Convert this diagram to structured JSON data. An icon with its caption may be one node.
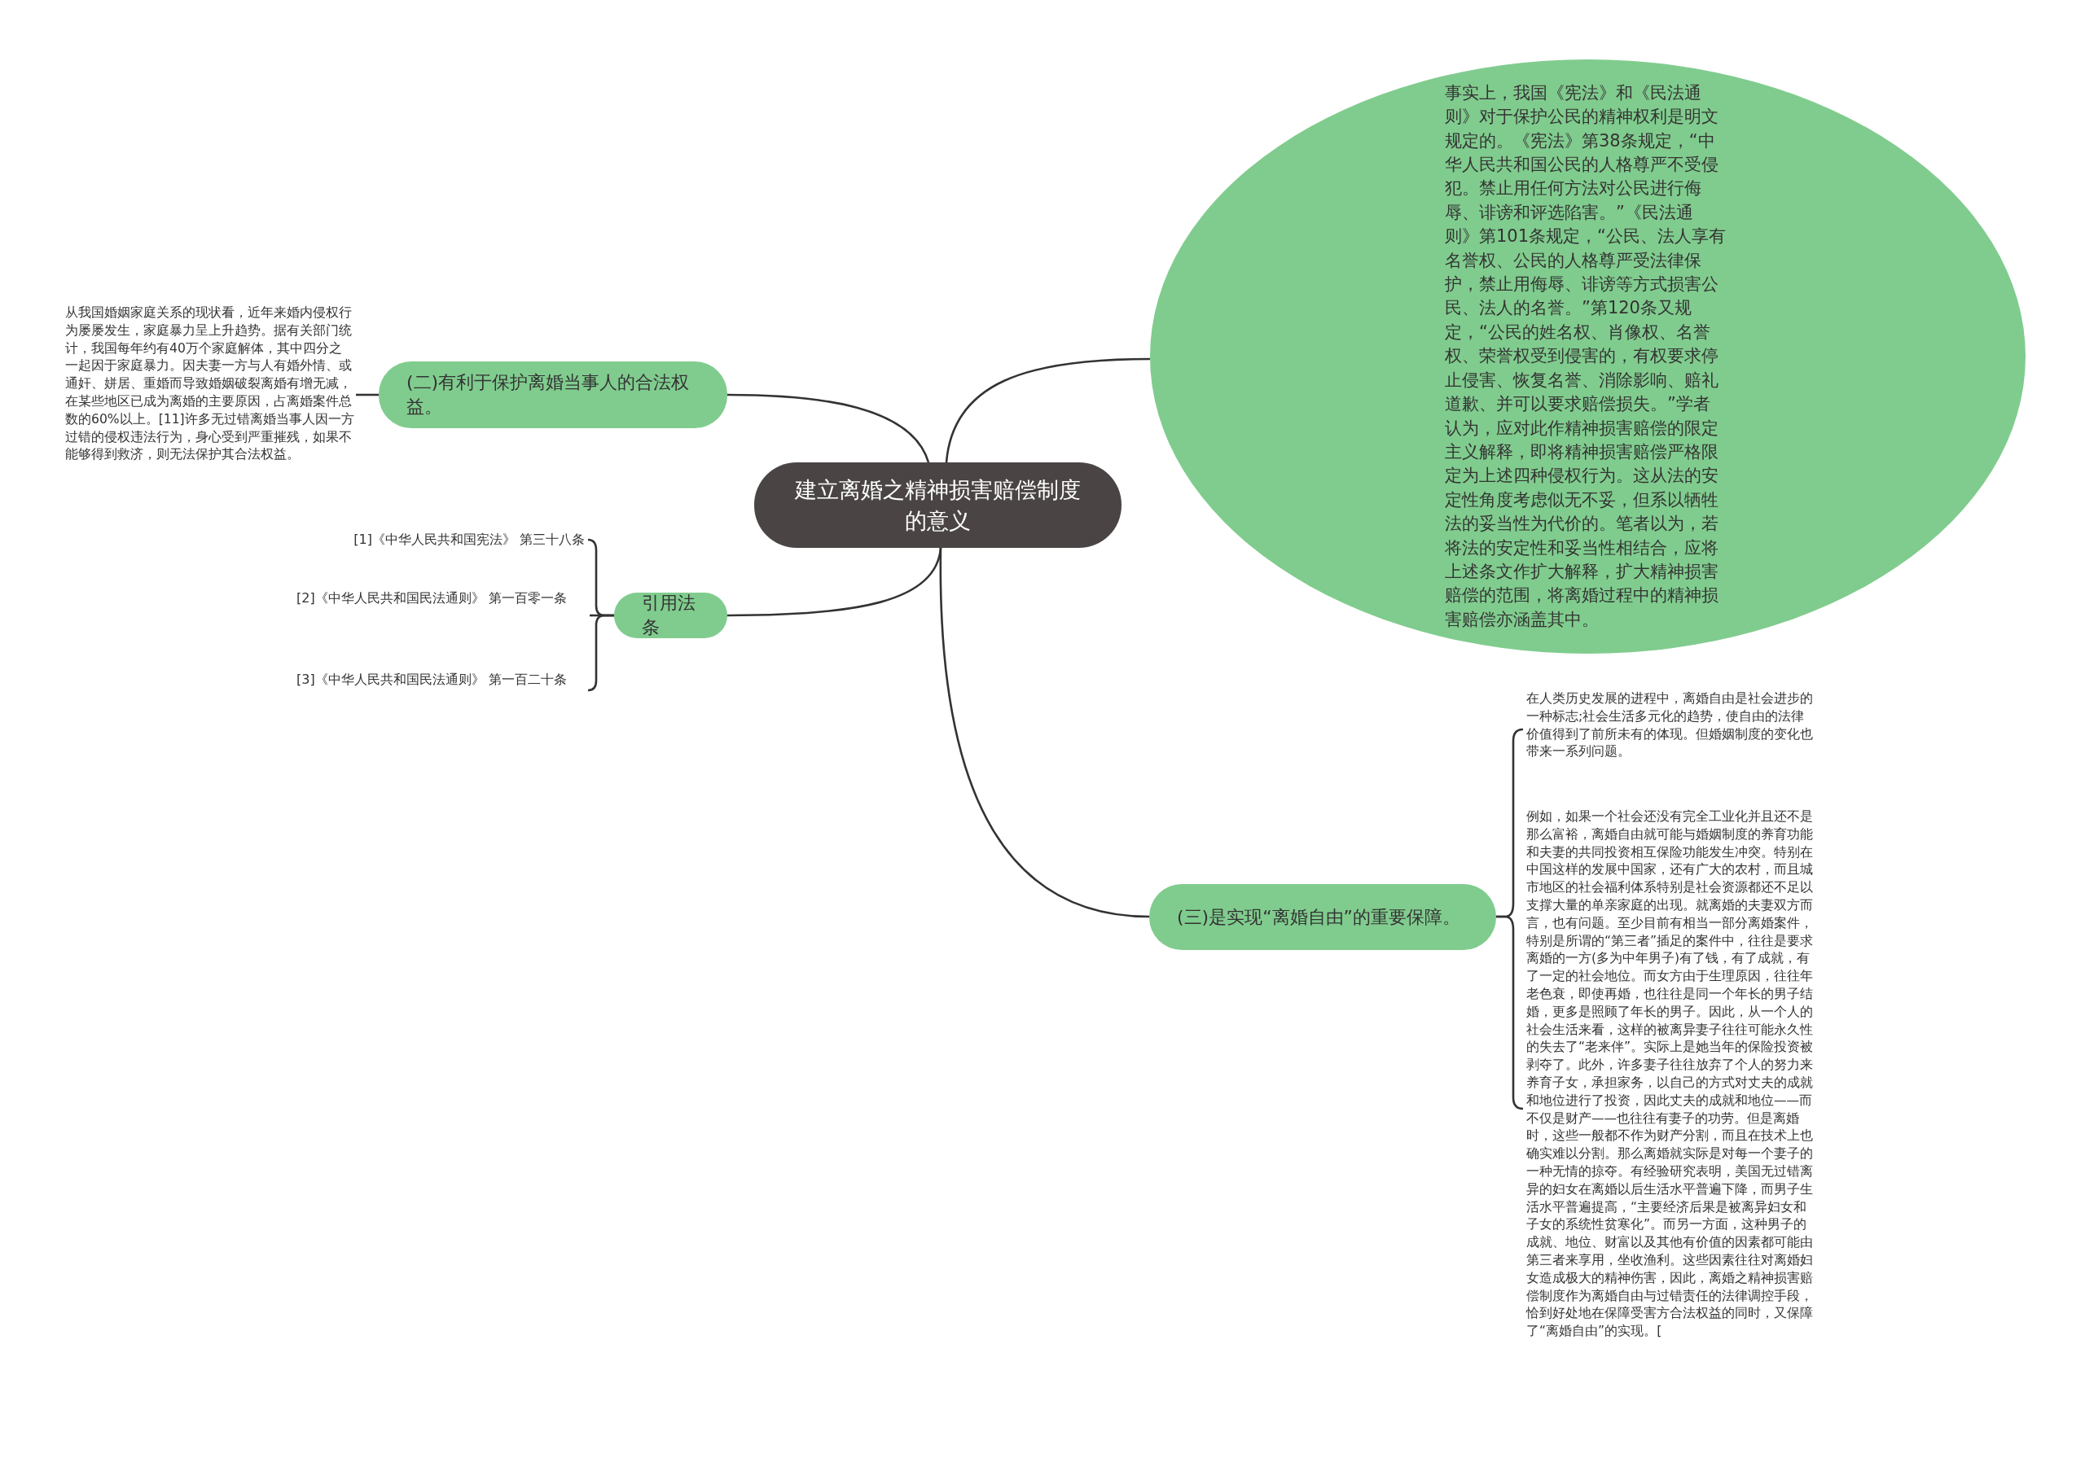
{
  "diagram": {
    "nodes": [
      {
        "text": [
          "建立离婚之精神损害赔偿制度的意义"
        ]
      },
      {
        "text": [
          "事实上，我国《宪法》和《民法通则》对于保护公民的精神权利是明文规定的。《宪法》第38条规定，“中华人民共和国公民的人格尊严不受侵犯。禁止用任何方法对公民进行侮辱、诽谤和评选陷害。”《民法通则》第101条规定，“公民、法人享有名誉权、公民的人格尊严受法律保护，禁止用侮辱、诽谤等方式损害公民、法人的名誉。”第120条又规定，“公民的姓名权、肖像权、名誉权、荣誉权受到侵害的，有权要求停止侵害、恢复名誉、消除影响、赔礼道歉、并可以要求赔偿损失。”学者认为，应对此作精神损害赔偿的限定主义解释，即将精神损害赔偿严格限定为上述四种侵权行为。这从法的安定性角度考虑似无不妥，但系以牺牲法的妥当性为代价的。笔者以为，若将法的安定性和妥当性相结合，应将上述条文作扩大解释，扩大精神损害赔偿的范围，将离婚过程中的精神损害赔偿亦涵盖其中。"
        ]
      },
      {
        "text": [
          "(二)有利于保护离婚当事人的合法权益。"
        ]
      },
      {
        "text": [
          "从我国婚姻家庭关系的现状看，近年来婚内侵权行为屡屡发生，家庭暴力呈上升趋势。据有关部门统计，我国每年约有40万个家庭解体，其中四分之一起因于家庭暴力。因夫妻一方与人有婚外情、或通奸、姘居、重婚而导致婚姻破裂离婚有增无减，在某些地区已成为离婚的主要原因，占离婚案件总数的60%以上。[11]许多无过错离婚当事人因一方过错的侵权违法行为，身心受到严重摧残，如果不能够得到救济，则无法保护其合法权益。"
        ]
      },
      {
        "text": [
          "引用法条"
        ]
      },
      {
        "text": [
          "[1]《中华人民共和国宪法》 第三十八条"
        ]
      },
      {
        "text": [
          "[2]《中华人民共和国民法通则》 第一百零一条"
        ]
      },
      {
        "text": [
          "[3]《中华人民共和国民法通则》 第一百二十条"
        ]
      },
      {
        "text": [
          "(三)是实现“离婚自由”的重要保障。"
        ]
      },
      {
        "text": [
          "在人类历史发展的进程中，离婚自由是社会进步的一种标志;社会生活多元化的趋势，使自由的法律价值得到了前所未有的体现。但婚姻制度的变化也带来一系列问题。"
        ]
      },
      {
        "text": [
          "例如，如果一个社会还没有完全工业化并且还不是那么富裕，离婚自由就可能与婚姻制度的养育功能和夫妻的共同投资相互保险功能发生冲突。特别在中国这样的发展中国家，还有广大的农村，而且城市地区的社会福利体系特别是社会资源都还不足以支撑大量的单亲家庭的出现。就离婚的夫妻双方而言，也有问题。至少目前有相当一部分离婚案件，特别是所谓的“第三者”插足的案件中，往往是要求离婚的一方(多为中年男子)有了钱，有了成就，有了一定的社会地位。而女方由于生理原因，往往年老色衰，即使再婚，也往往是同一个年长的男子结婚，更多是照顾了年长的男子。因此，从一个人的社会生活来看，这样的被离异妻子往往可能永久性的失去了“老来伴”。实际上是她当年的保险投资被剥夺了。此外，许多妻子往往放弃了个人的努力来养育子女，承担家务，以自己的方式对丈夫的成就和地位进行了投资，因此丈夫的成就和地位——而不仅是财产——也往往有妻子的功劳。但是离婚时，这些一般都不作为财产分割，而且在技术上也确实难以分割。那么离婚就实际是对每一个妻子的一种无情的掠夺。有经验研究表明，美国无过错离异的妇女在离婚以后生活水平普遍下降，而男子生活水平普遍提高，“主要经济后果是被离异妇女和子女的系统性贫寒化”。而另一方面，这种男子的成就、地位、财富以及其他有价值的因素都可能由第三者来享用，坐收渔利。这些因素往往对离婚妇女造成极大的精神伤害，因此，离婚之精神损害赔偿制度作为离婚自由与过错责任的法律调控手段，恰到好处地在保障受害方合法权益的同时，又保障了“离婚自由”的实现。["
        ]
      }
    ],
    "edges": [
      {
        "from": 0,
        "to": 1,
        "arrow": "none"
      },
      {
        "from": 0,
        "to": 2,
        "arrow": "none"
      },
      {
        "from": 2,
        "to": 3,
        "arrow": "none"
      },
      {
        "from": 0,
        "to": 4,
        "arrow": "none"
      },
      {
        "from": 4,
        "to": 5,
        "arrow": "none"
      },
      {
        "from": 4,
        "to": 6,
        "arrow": "none"
      },
      {
        "from": 4,
        "to": 7,
        "arrow": "none"
      },
      {
        "from": 0,
        "to": 8,
        "arrow": "none"
      },
      {
        "from": 8,
        "to": 9,
        "arrow": "none"
      },
      {
        "from": 8,
        "to": 10,
        "arrow": "none"
      }
    ]
  }
}
